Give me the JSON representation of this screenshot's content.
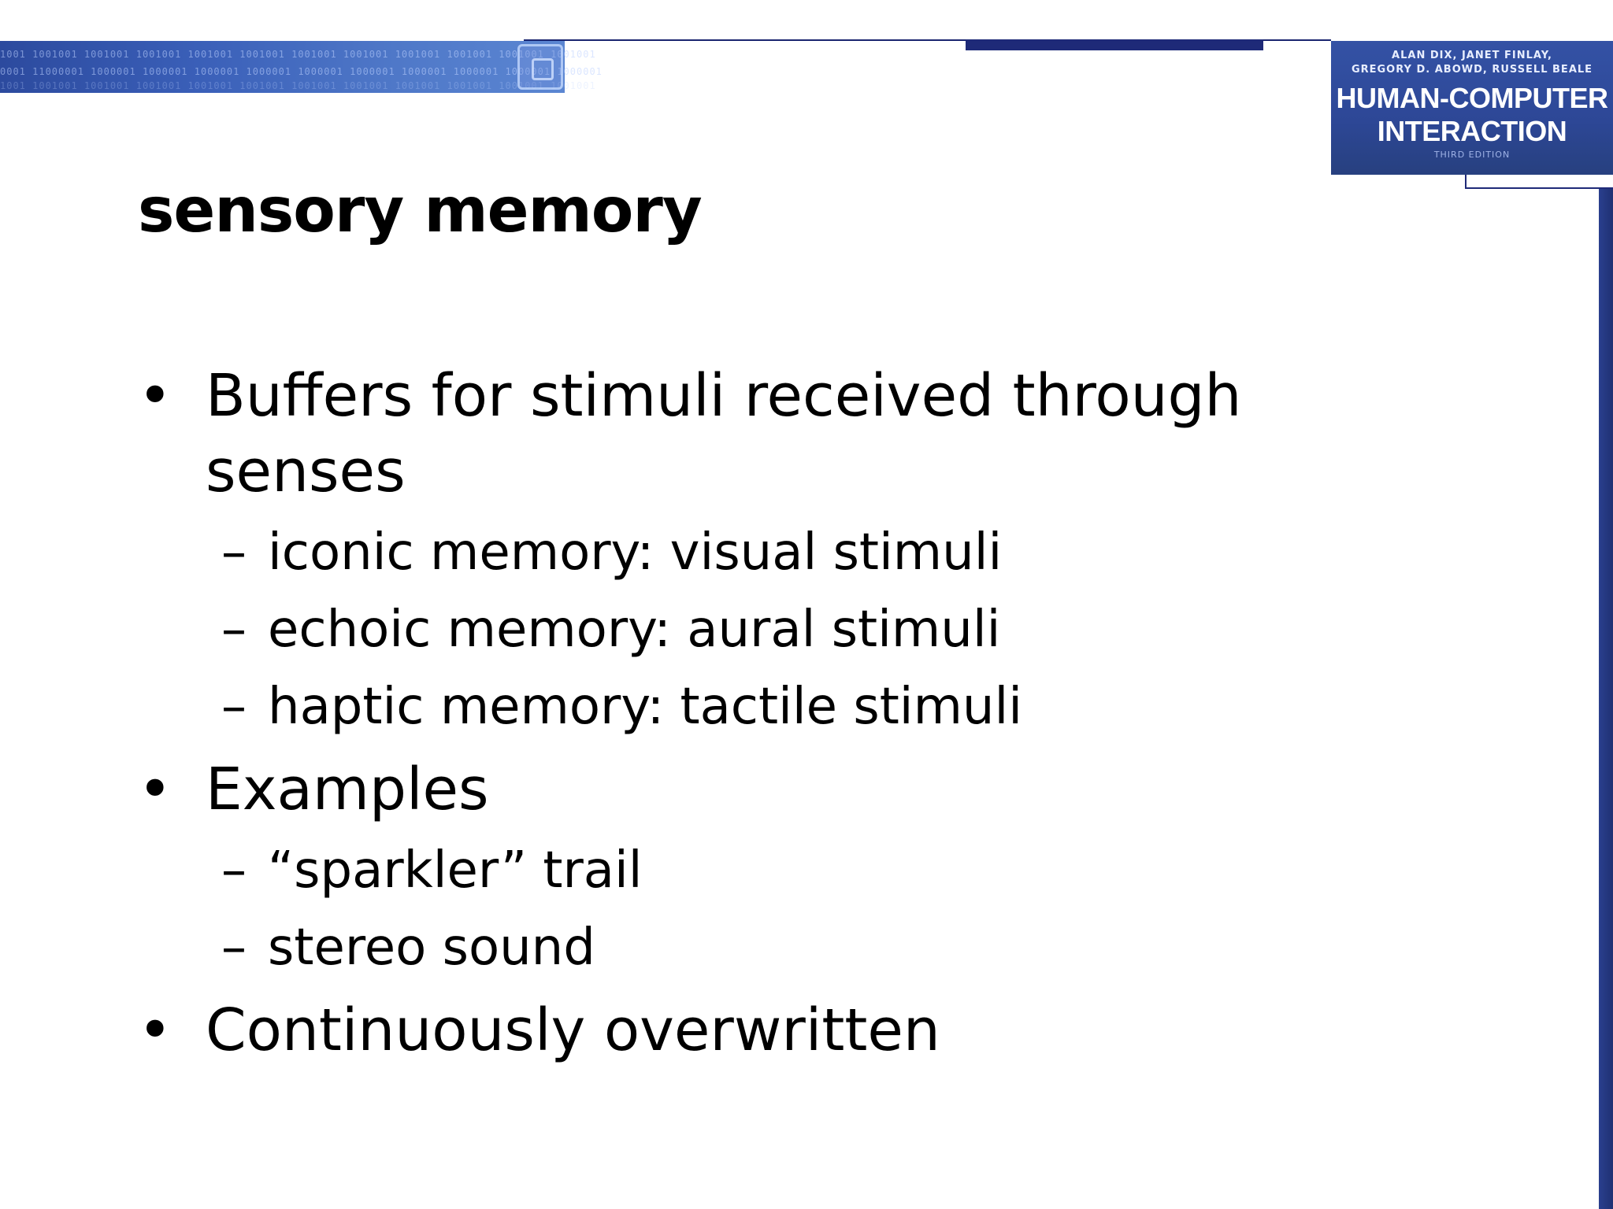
{
  "header": {
    "binary_pattern": "1001 1001001 1001001 1001001 1001001 1001001 1001001 1001001 1001001 1001001 1001001 1001001",
    "binary_pattern_2": "0001 11000001 1000001 1000001 1000001 1000001 1000001 1000001 1000001 1000001 1000001 1000001",
    "cover_authors_line1": "ALAN DIX, JANET FINLAY,",
    "cover_authors_line2": "GREGORY D. ABOWD, RUSSELL BEALE",
    "cover_title_line1": "HUMAN-COMPUTER",
    "cover_title_line2": "INTERACTION",
    "cover_edition": "THIRD EDITION",
    "accent_color": "#2d4796"
  },
  "slide": {
    "title": "sensory memory",
    "bullets": [
      {
        "text": "Buffers for stimuli received through senses",
        "sub": [
          "iconic memory: visual stimuli",
          "echoic memory: aural stimuli",
          "haptic memory: tactile stimuli"
        ]
      },
      {
        "text": "Examples",
        "sub": [
          "“sparkler” trail",
          "stereo sound"
        ]
      },
      {
        "text": "Continuously overwritten",
        "sub": []
      }
    ]
  }
}
